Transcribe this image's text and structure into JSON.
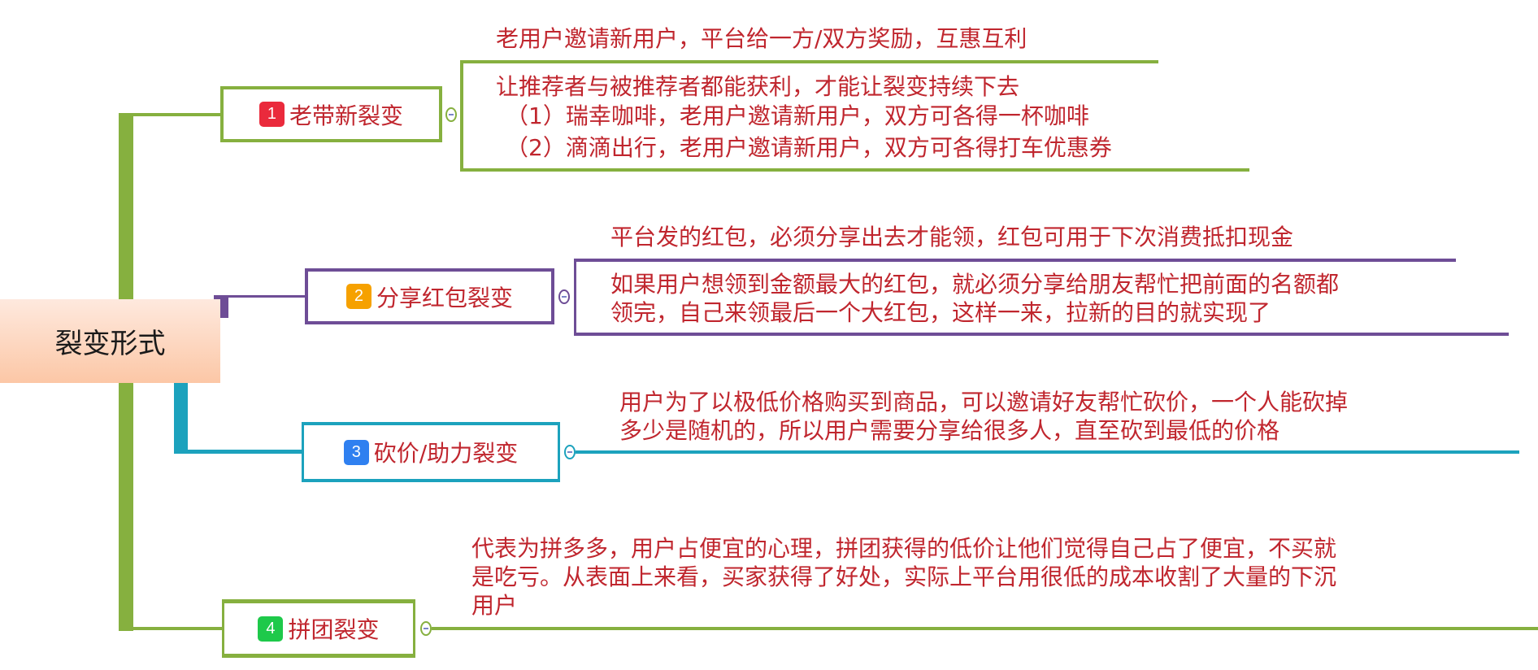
{
  "root": {
    "label": "裂变形式"
  },
  "colors": {
    "green": "#86b03f",
    "purple": "#6e4d96",
    "teal": "#1ca2bd",
    "text": "#c0262e"
  },
  "branches": [
    {
      "badge": "1",
      "badge_color": "#ea2a3c",
      "label": "老带新裂变",
      "header": "老用户邀请新用户，平台给一方/双方奖励，互惠互利",
      "details": [
        "让推荐者与被推荐者都能获利，才能让裂变持续下去",
        "（1）瑞幸咖啡，老用户邀请新用户，双方可各得一杯咖啡",
        "（2）滴滴出行，老用户邀请新用户，双方可各得打车优惠券"
      ]
    },
    {
      "badge": "2",
      "badge_color": "#f6a100",
      "label": "分享红包裂变",
      "header": "平台发的红包，必须分享出去才能领，红包可用于下次消费抵扣现金",
      "details": [
        "如果用户想领到金额最大的红包，就必须分享给朋友帮忙把前面的名额都",
        "领完，自己来领最后一个大红包，这样一来，拉新的目的就实现了"
      ]
    },
    {
      "badge": "3",
      "badge_color": "#2f80f0",
      "label": "砍价/助力裂变",
      "details": [
        "用户为了以极低价格购买到商品，可以邀请好友帮忙砍价，一个人能砍掉",
        "多少是随机的，所以用户需要分享给很多人，直至砍到最低的价格"
      ]
    },
    {
      "badge": "4",
      "badge_color": "#1ec94a",
      "label": "拼团裂变",
      "details": [
        "代表为拼多多，用户占便宜的心理，拼团获得的低价让他们觉得自己占了便宜，不买就",
        "是吃亏。从表面上来看，买家获得了好处，实际上平台用很低的成本收割了大量的下沉",
        "用户"
      ]
    }
  ]
}
